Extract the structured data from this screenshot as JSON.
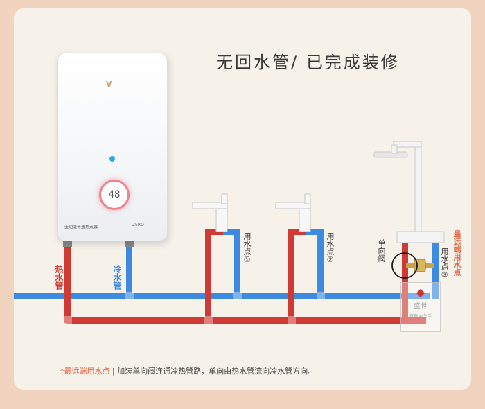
{
  "title": "无回水管/ 已完成装修",
  "heater": {
    "brand": "V",
    "display_value": "48",
    "logo_text": "太阳能生活热水器",
    "model_text": "ZERO"
  },
  "pipes": {
    "hot_label": "热水管",
    "cold_label": "冷水管"
  },
  "points": {
    "point1": "用水点①",
    "point2": "用水点②",
    "point3": "用水点③",
    "farthest": "最远端用水点",
    "check_valve": "单向阀"
  },
  "footnote": {
    "highlight": "*最远端用水点",
    "separator": " | ",
    "text": "加装单向阀连通冷热管路，单向由热水管流向冷水管方向。"
  },
  "watermark": {
    "text": "盛世",
    "sub": "家电 AI生活"
  },
  "colors": {
    "hot": "#d03a34",
    "cold": "#3c8be0",
    "accent": "#e0623e",
    "valve": "#c9a24a"
  }
}
